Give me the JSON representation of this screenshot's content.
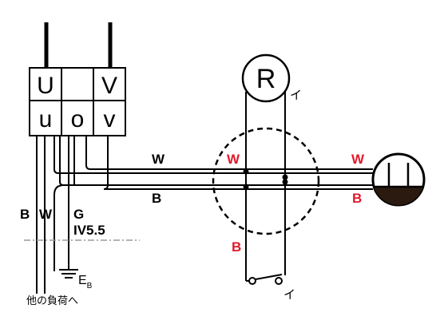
{
  "transformer": {
    "primary": [
      "U",
      "",
      "V"
    ],
    "secondary": [
      "u",
      "o",
      "v"
    ]
  },
  "lamp": {
    "symbol": "R",
    "mark": "イ"
  },
  "switch": {
    "mark": "イ"
  },
  "wire_labels": {
    "trunk_white": "W",
    "trunk_black": "B",
    "box_white": "W",
    "box_white_right": "W",
    "box_black_right": "B",
    "drop_black": "B"
  },
  "left_labels": {
    "b": "B",
    "w": "W",
    "g": "G",
    "cable": "IV5.5",
    "ground": "E",
    "ground_sub": "B",
    "other_loads": "他の負荷へ"
  },
  "colors": {
    "line": "#000000",
    "red_label": "#e3192b",
    "outlet_dark": "#2b1a0f",
    "dashdot": "#999999"
  }
}
